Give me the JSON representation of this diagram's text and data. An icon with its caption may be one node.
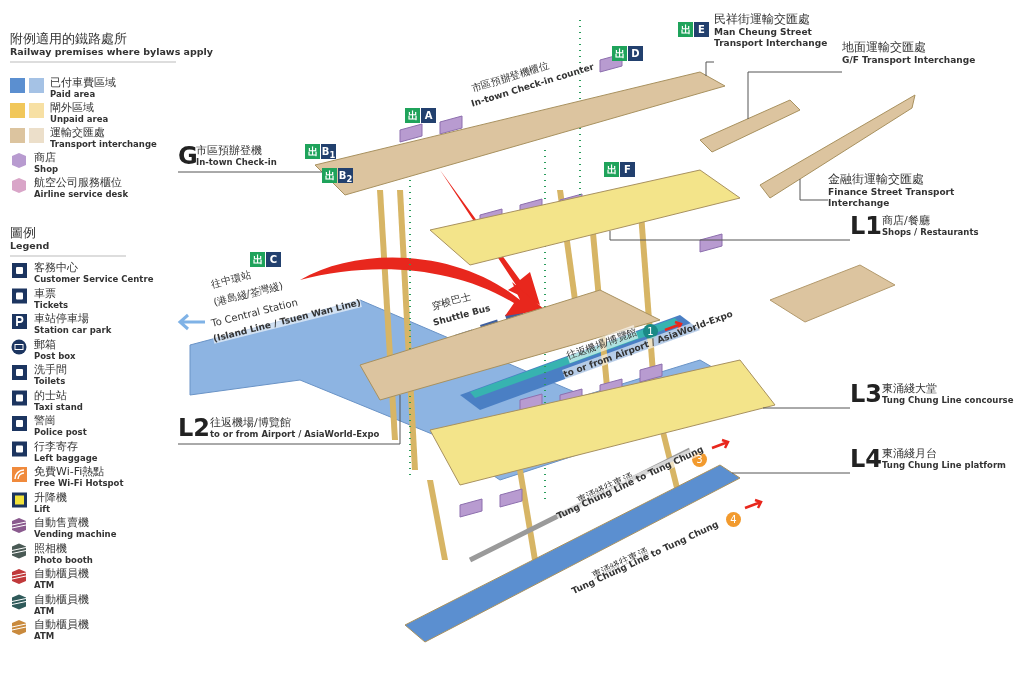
{
  "diagram": {
    "nodes": [
      {
        "text": [
          "民祥街運輸交匯處",
          "Man Cheung Street Transport Interchange"
        ]
      },
      {
        "text": [
          "地面運輸交匯處",
          "G/F Transport Interchange"
        ]
      },
      {
        "text": [],
        "shape": "box"
      },
      {
        "text": [
          "G",
          "市區預辦登機",
          "In-town Check-in"
        ]
      },
      {
        "text": [],
        "shape": "box"
      },
      {
        "text": [
          "金融街運輸交匯處",
          "Finance Street Transport Interchange"
        ]
      },
      {
        "text": [],
        "shape": "box"
      },
      {
        "text": [
          "L1",
          "商店/餐廳",
          "Shops / Restaurants"
        ]
      },
      {
        "text": [],
        "shape": "box"
      },
      {
        "text": [
          "L2",
          "往返機場/博覽館",
          "to or from Airport / AsiaWorld-Expo"
        ]
      },
      {
        "text": [],
        "shape": "box"
      },
      {
        "text": [
          "L3",
          "東涌綫大堂",
          "Tung Chung Line concourse"
        ]
      },
      {
        "text": [],
        "shape": "box"
      },
      {
        "text": [
          "L4",
          "東涌綫月台",
          "Tung Chung Line platform"
        ]
      },
      {
        "text": [],
        "shape": "box"
      }
    ],
    "edges": [
      {
        "from": 0,
        "to": 4,
        "arrow": "none"
      },
      {
        "from": 1,
        "to": 2,
        "arrow": "none"
      },
      {
        "from": 3,
        "to": 4,
        "arrow": "none"
      },
      {
        "from": 5,
        "to": 6,
        "arrow": "none"
      },
      {
        "from": 7,
        "to": 8,
        "arrow": "none"
      },
      {
        "from": 9,
        "to": 10,
        "arrow": "none"
      },
      {
        "from": 11,
        "to": 12,
        "arrow": "none"
      },
      {
        "from": 13,
        "to": 14,
        "arrow": "none"
      }
    ],
    "labels": [
      "附例適用的鐵路處所",
      "Railway premises where bylaws apply",
      "圖例",
      "Legend",
      "出",
      "E",
      "出",
      "D",
      "出",
      "A",
      "市區預辦登機櫃位",
      "In-town Check-in counter",
      "出",
      "B$_{1}$",
      "出",
      "B$_{2}$",
      "出",
      "F",
      "出",
      "C",
      "往中環站",
      "(港島綫/荃灣綫)",
      "To Central Station",
      "(Island Line / Tsuen Wan Line)",
      "穿梭巴士",
      "Shuttle Bus",
      "1",
      "往返機場/博覽館",
      "to or from Airport / AsiaWorld-Expo",
      "3",
      "東涌綫往東涌",
      "Tung Chung Line to Tung Chung",
      "4",
      "東涌綫往東涌",
      "Tung Chung Line to Tung Chung"
    ],
    "legend": [
      {
        "text": "已付車費區域 Paid area",
        "color": "#5b8fd0"
      },
      {
        "text": "閘外區域 Unpaid area",
        "color": "#f1c75a"
      },
      {
        "text": "運輸交匯處 Transport interchange",
        "color": "#dcc49f"
      },
      {
        "text": "商店 Shop"
      },
      {
        "text": "航空公司服務櫃位 Airline service desk"
      },
      {
        "text": "客務中心 Customer Service Centre"
      },
      {
        "text": "車票 Tickets"
      },
      {
        "text": "車站停車場 Station car park"
      },
      {
        "text": "郵箱 Post box"
      },
      {
        "text": "洗手間 Toilets"
      },
      {
        "text": "的士站 Taxi stand"
      },
      {
        "text": "警崗 Police post"
      },
      {
        "text": "行李寄存 Left baggage"
      },
      {
        "text": "免費Wi-Fi熱點 Free Wi-Fi Hotspot"
      },
      {
        "text": "升降機 Lift"
      },
      {
        "text": "自動售賣機 Vending machine"
      },
      {
        "text": "照相機 Photo booth"
      },
      {
        "text": "自動櫃員機 ATM"
      },
      {
        "text": "自動櫃員機 ATM"
      },
      {
        "text": "自動櫃員機 ATM"
      }
    ]
  }
}
